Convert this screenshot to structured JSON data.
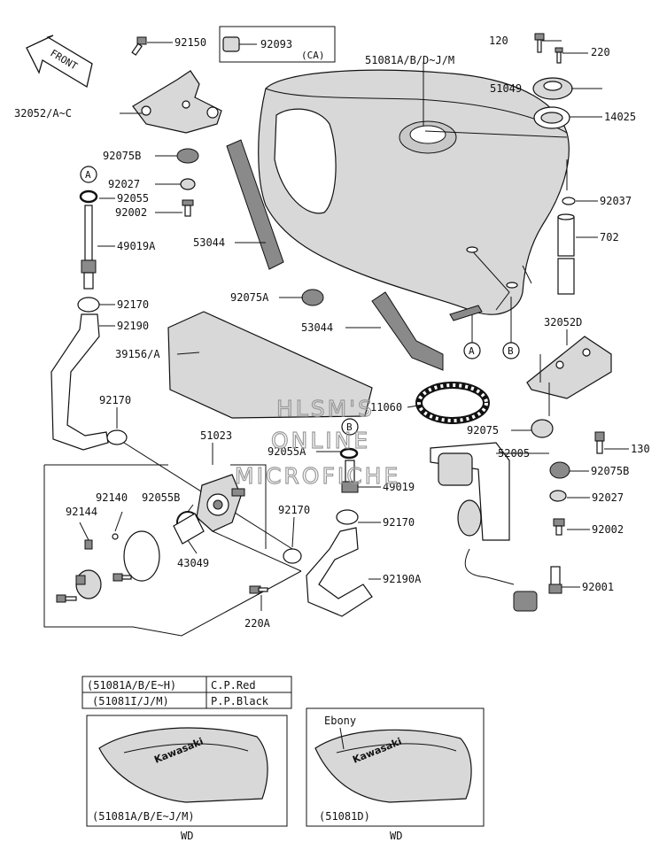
{
  "callouts": [
    "92150",
    "92093",
    "(CA)",
    "120",
    "220",
    "51081A/B/D~J/M",
    "51049",
    "14025",
    "32052/A~C",
    "92075B",
    "92027",
    "92055",
    "92002",
    "92037",
    "49019A",
    "53044",
    "702",
    "92075A",
    "92170",
    "92190",
    "53044",
    "32052D",
    "39156/A",
    "11060",
    "92170",
    "92075",
    "51023",
    "92055A",
    "52005",
    "130",
    "92075B",
    "49019",
    "92140",
    "92055B",
    "92144",
    "92170",
    "92170",
    "92027",
    "43049",
    "92002",
    "92190A",
    "92001",
    "220A"
  ],
  "circled_refs": [
    "A",
    "A",
    "B",
    "B"
  ],
  "front_arrow_text": "FRONT",
  "watermark": [
    "HLSM'S",
    "ONLINE",
    "MICROFICHE"
  ],
  "color_table": {
    "rows": [
      {
        "code": "(51081A/B/E~H)",
        "color": "C.P.Red"
      },
      {
        "code": "(51081I/J/M)",
        "color": "P.P.Black"
      }
    ]
  },
  "insets": [
    {
      "brand": "Kawasaki",
      "ref": "(51081A/B/E~J/M)",
      "caption": "WD",
      "note": ""
    },
    {
      "brand": "Kawasaki",
      "ref": "(51081D)",
      "caption": "WD",
      "note": "Ebony"
    }
  ]
}
